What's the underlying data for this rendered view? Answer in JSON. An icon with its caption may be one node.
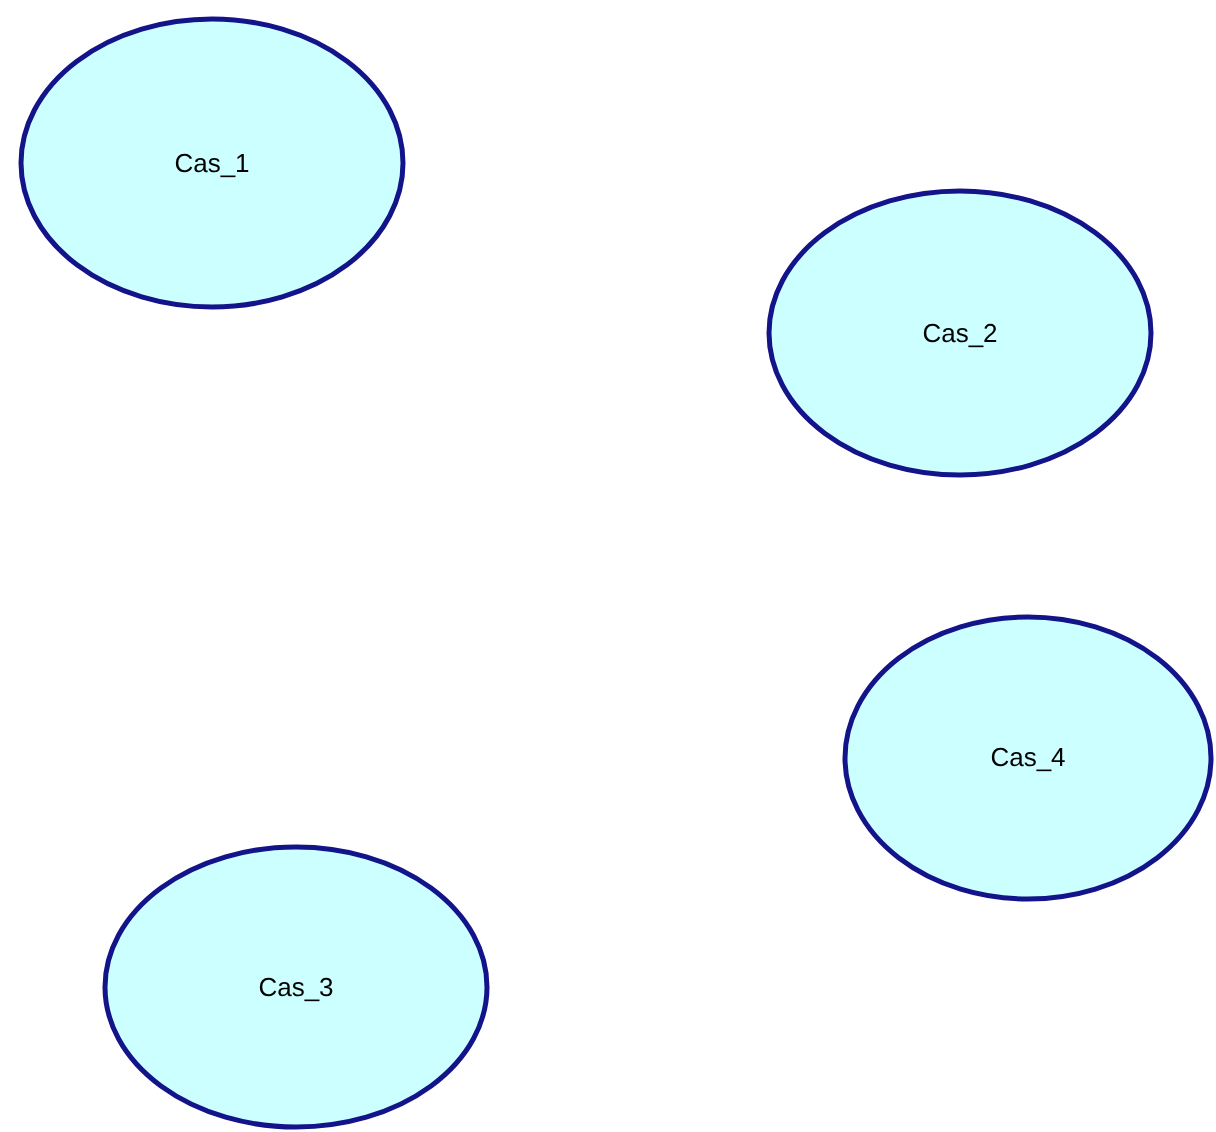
{
  "diagram": {
    "nodes": [
      {
        "text": [
          "Cas_1"
        ]
      },
      {
        "text": [
          "Cas_2"
        ]
      },
      {
        "text": [
          "Cas_4"
        ]
      },
      {
        "text": [
          "Cas_3"
        ]
      }
    ]
  }
}
